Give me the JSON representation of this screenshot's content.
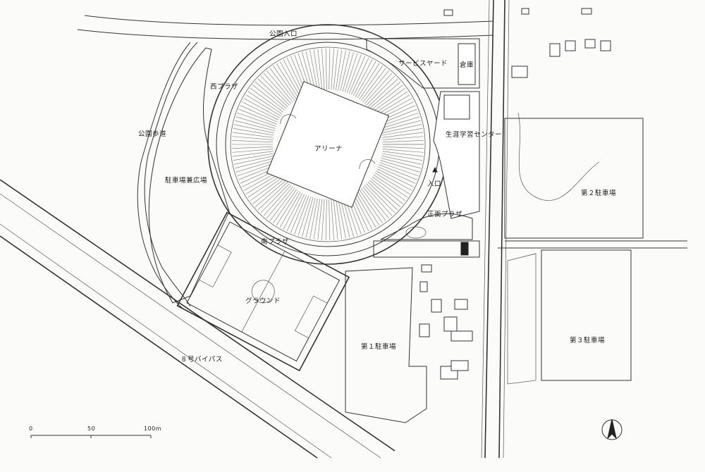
{
  "labels": {
    "park_entrance": "公園入口",
    "service_yard": "サービスヤード",
    "warehouse": "倉庫",
    "west_plaza": "西プラザ",
    "park_path": "公園歩道",
    "arena": "アリーナ",
    "lifelong_learning_center": "生涯学習センター",
    "entrance": "入口",
    "main_plaza": "正面プラザ",
    "parking_plaza": "駐車場兼広場",
    "south_plaza": "南プラザ",
    "ground": "グラウンド",
    "parking_1": "第１駐車場",
    "parking_2": "第２駐車場",
    "parking_3": "第３駐車場",
    "bypass": "８号バイパス"
  },
  "scale_bar": {
    "ticks": [
      "0",
      "50",
      "100m"
    ]
  },
  "icons": {
    "north_arrow": "north-arrow-icon",
    "entrance_marker": "triangle-up-icon"
  }
}
